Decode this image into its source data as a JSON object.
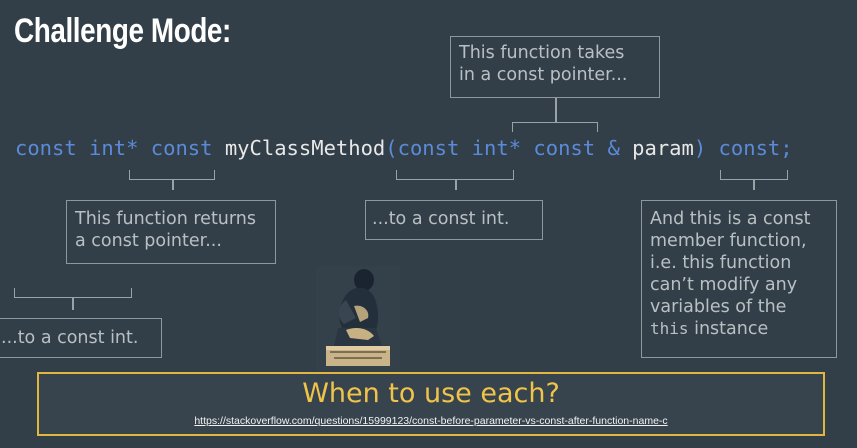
{
  "title": "Challenge Mode:",
  "code": {
    "p1": "const int* const ",
    "fn": "myClassMethod",
    "p2": "(const int* const ",
    "amp": "& ",
    "param": "param",
    "p3": ") const;"
  },
  "notes": {
    "takes_line1": "This function takes",
    "takes_line2": "in a const pointer...",
    "returns_line1": "This function returns",
    "returns_line2": "a const pointer...",
    "to_const_int_mid": "...to a const int.",
    "to_const_int_left": "...to a const int.",
    "member_line1": "And this is a const",
    "member_line2": "member function,",
    "member_line3": "i.e. this function",
    "member_line4": "can’t modify any",
    "member_line5": "variables of the",
    "member_this": "this",
    "member_line6_rest": " instance"
  },
  "banner": {
    "title": "When to use each?",
    "link": "https://stackoverflow.com/questions/15999123/const-before-parameter-vs-const-after-function-name-c"
  },
  "image": {
    "icon": "thinker-statue"
  },
  "colors": {
    "background": "#323f48",
    "keyword": "#5b8bd8",
    "banner_border": "#e0b63e",
    "banner_title": "#f0c44a"
  }
}
